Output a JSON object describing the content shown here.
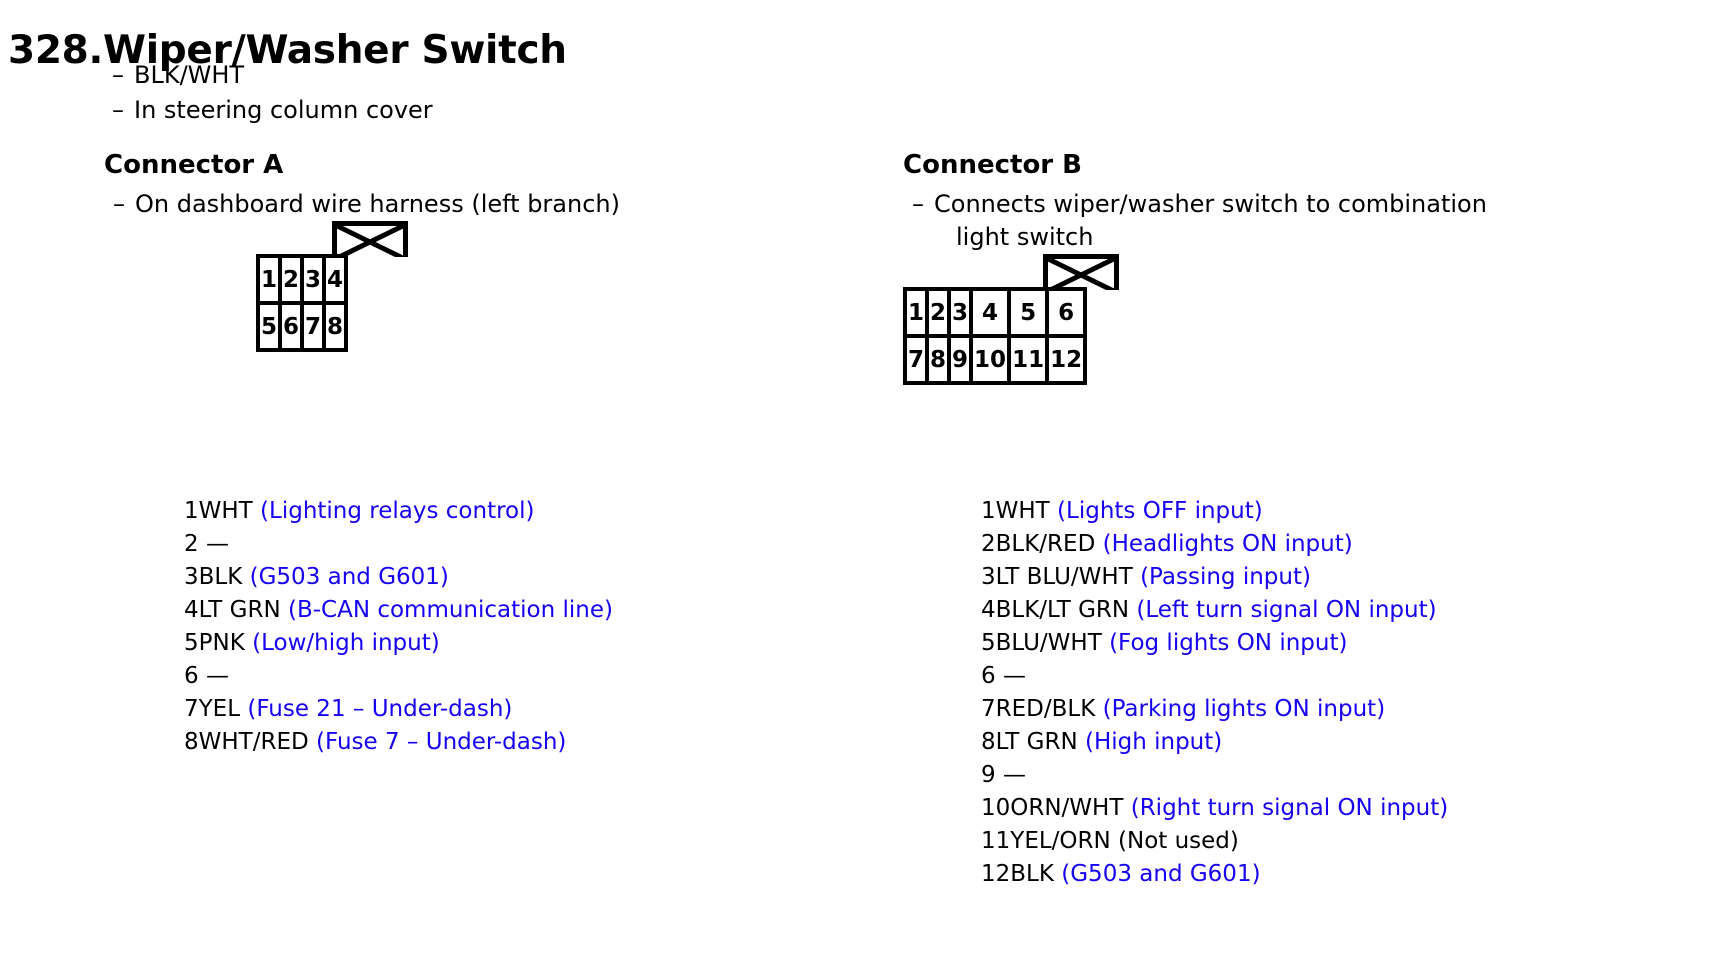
{
  "document": {
    "title": "328.Wiper/Washer Switch",
    "notes": [
      "BLK/WHT",
      "In steering column cover"
    ],
    "bullet_marker": "–"
  },
  "connector_a": {
    "title": "Connector A",
    "description": "On dashboard wire harness (left branch)",
    "description_line2": "",
    "diagram": {
      "rows": [
        [
          "1",
          "2",
          "3",
          "4"
        ],
        [
          "5",
          "6",
          "7",
          "8"
        ]
      ],
      "tab_position": "center",
      "tab_icon": "bowtie-keyway-icon"
    },
    "pins": [
      {
        "label": "1WHT",
        "desc": "(Lighting relays control)",
        "style": "blue"
      },
      {
        "label": "2",
        "desc": "—",
        "style": "empty"
      },
      {
        "label": "3BLK",
        "desc": "(G503 and G601)",
        "style": "blue"
      },
      {
        "label": "4LT GRN",
        "desc": "(B-CAN communication line)",
        "style": "blue"
      },
      {
        "label": "5PNK",
        "desc": "(Low/high input)",
        "style": "blue"
      },
      {
        "label": "6",
        "desc": "—",
        "style": "empty"
      },
      {
        "label": "7YEL",
        "desc": "(Fuse 21 – Under-dash)",
        "style": "blue"
      },
      {
        "label": "8WHT/RED",
        "desc": "(Fuse 7 – Under-dash)",
        "style": "blue"
      }
    ]
  },
  "connector_b": {
    "title": "Connector B",
    "description": "Connects wiper/washer switch to combination",
    "description_line2": "light switch",
    "diagram": {
      "rows": [
        [
          "1",
          "2",
          "3",
          "4",
          "5",
          "6"
        ],
        [
          "7",
          "8",
          "9",
          "10",
          "11",
          "12"
        ]
      ],
      "tab_position": "over-pin-4",
      "tab_icon": "bowtie-keyway-icon"
    },
    "pins": [
      {
        "label": "1WHT",
        "desc": "(Lights OFF input)",
        "style": "blue"
      },
      {
        "label": "2BLK/RED",
        "desc": "(Headlights ON input)",
        "style": "blue"
      },
      {
        "label": "3LT BLU/WHT",
        "desc": "(Passing input)",
        "style": "blue"
      },
      {
        "label": "4BLK/LT GRN",
        "desc": "(Left turn signal ON input)",
        "style": "blue"
      },
      {
        "label": "5BLU/WHT",
        "desc": "(Fog lights ON input)",
        "style": "blue"
      },
      {
        "label": "6",
        "desc": "—",
        "style": "empty"
      },
      {
        "label": "7RED/BLK",
        "desc": "(Parking lights ON input)",
        "style": "blue"
      },
      {
        "label": "8LT GRN",
        "desc": "(High input)",
        "style": "blue"
      },
      {
        "label": "9",
        "desc": "—",
        "style": "empty"
      },
      {
        "label": "10ORN/WHT",
        "desc": "(Right turn signal ON input)",
        "style": "blue"
      },
      {
        "label": "11YEL/ORN",
        "desc": "(Not used)",
        "style": "plain"
      },
      {
        "label": "12BLK",
        "desc": "(G503 and G601)",
        "style": "blue"
      }
    ]
  },
  "colors": {
    "text": "#000000",
    "description_accent": "#1500f0",
    "background": "#ffffff"
  }
}
